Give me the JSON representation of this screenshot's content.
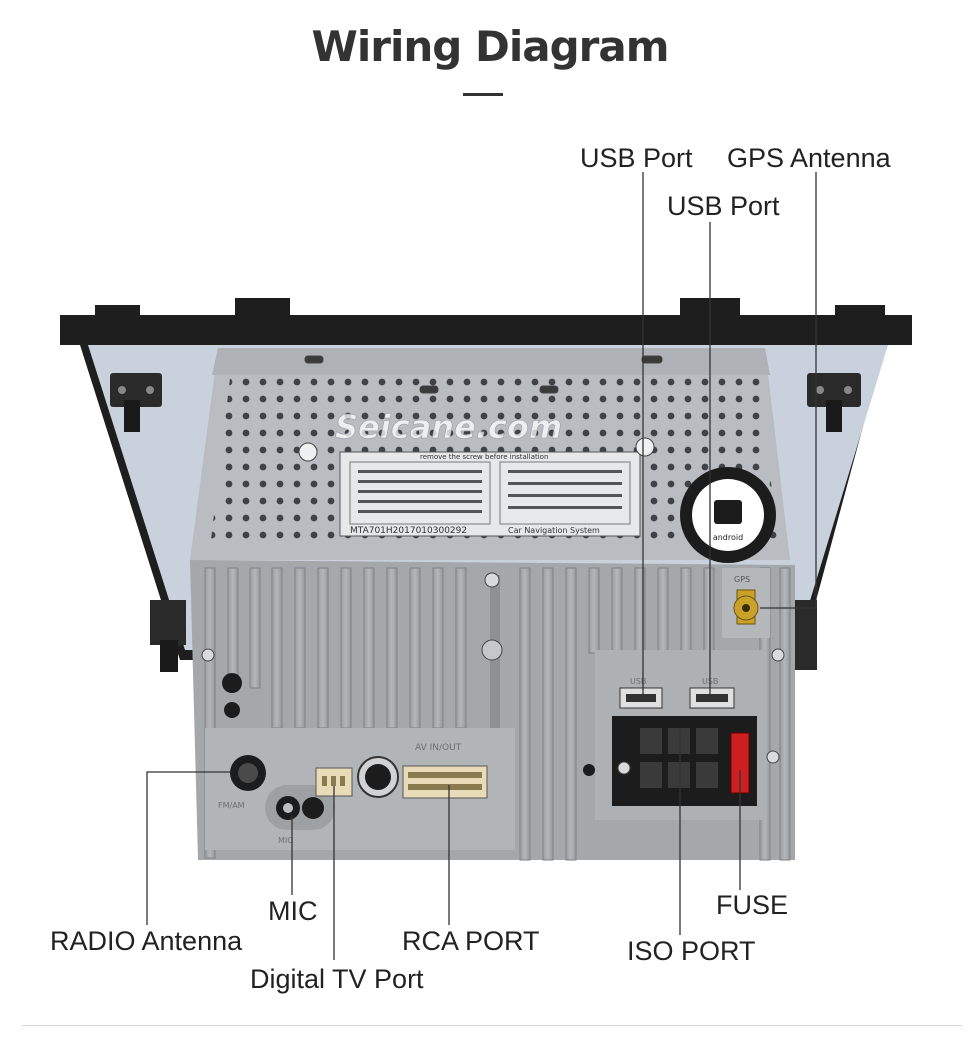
{
  "title": "Wiring Diagram",
  "watermark": "Seicane.com",
  "device": {
    "model_text": "MTA701H2017010300292",
    "system_text": "Car Navigation System",
    "screw_note": "remove the screw before installation",
    "android_badge": "android",
    "gps_connector_text": "GPS",
    "usb_text": "USB",
    "av_text": "AV IN/OUT",
    "fm_text": "FM/AM",
    "mic_text": "MIC"
  },
  "labels": {
    "usb_port_1": "USB Port",
    "gps_antenna": "GPS Antenna",
    "usb_port_2": "USB  Port",
    "mic": "MIC",
    "radio_antenna": "RADIO Antenna",
    "digital_tv_port": "Digital TV Port",
    "rca_port": "RCA PORT",
    "iso_port": "ISO PORT",
    "fuse": "FUSE"
  },
  "colors": {
    "title": "#333333",
    "frame": "#1e1e1e",
    "back_panel": "#c9d2dc",
    "chassis": "#b9bdc2",
    "heatsink": "#a3a6a9",
    "gps_gold": "#c9a227",
    "fuse_red": "#cc2020"
  }
}
